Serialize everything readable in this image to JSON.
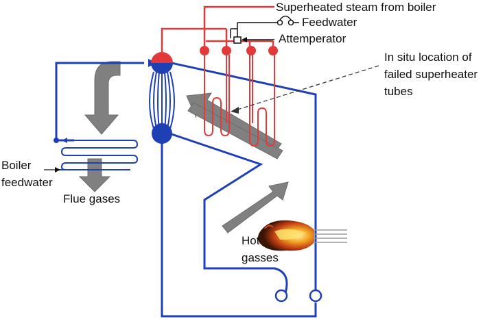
{
  "labels": {
    "superheated_steam": "Superheated steam from boiler",
    "feedwater": "Feedwater",
    "attemperator": "Attemperator",
    "failed_tubes_line1": "In situ location of",
    "failed_tubes_line2": "failed superheater",
    "failed_tubes_line3": "tubes",
    "boiler_line1": "Boiler",
    "boiler_line2": "feedwater",
    "flue_gases": "Flue gases",
    "hot_line1": "Hot",
    "hot_line2": "gasses"
  },
  "colors": {
    "water_circuit": "#1f3fb4",
    "steam_circuit": "#e23a3a",
    "gas_arrows": "#7f7f7f",
    "flame_core": "#f5a623",
    "flame_outer": "#8b2a0c"
  }
}
